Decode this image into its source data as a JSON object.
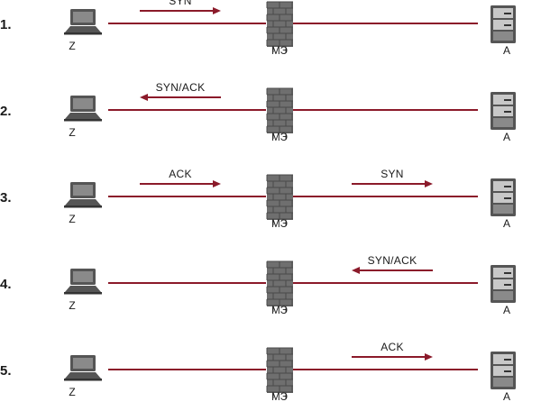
{
  "colors": {
    "line": "#8b1a2a",
    "text": "#1a1a1a",
    "device_dark": "#555555",
    "device_mid": "#8a8a8a",
    "device_light": "#c8c8c8",
    "wall": "#6f6f6f",
    "wall_mortar": "#4a4a4a"
  },
  "labels": {
    "client": "Z",
    "firewall": "МЭ",
    "server": "A"
  },
  "steps": [
    {
      "number": "1.",
      "messages": [
        {
          "text": "SYN",
          "segment": "left",
          "direction": "right"
        }
      ]
    },
    {
      "number": "2.",
      "messages": [
        {
          "text": "SYN/ACK",
          "segment": "left",
          "direction": "left"
        }
      ]
    },
    {
      "number": "3.",
      "messages": [
        {
          "text": "ACK",
          "segment": "left",
          "direction": "right"
        },
        {
          "text": "SYN",
          "segment": "right",
          "direction": "right"
        }
      ]
    },
    {
      "number": "4.",
      "messages": [
        {
          "text": "SYN/ACK",
          "segment": "right",
          "direction": "left"
        }
      ]
    },
    {
      "number": "5.",
      "messages": [
        {
          "text": "ACK",
          "segment": "right",
          "direction": "right"
        }
      ]
    }
  ]
}
